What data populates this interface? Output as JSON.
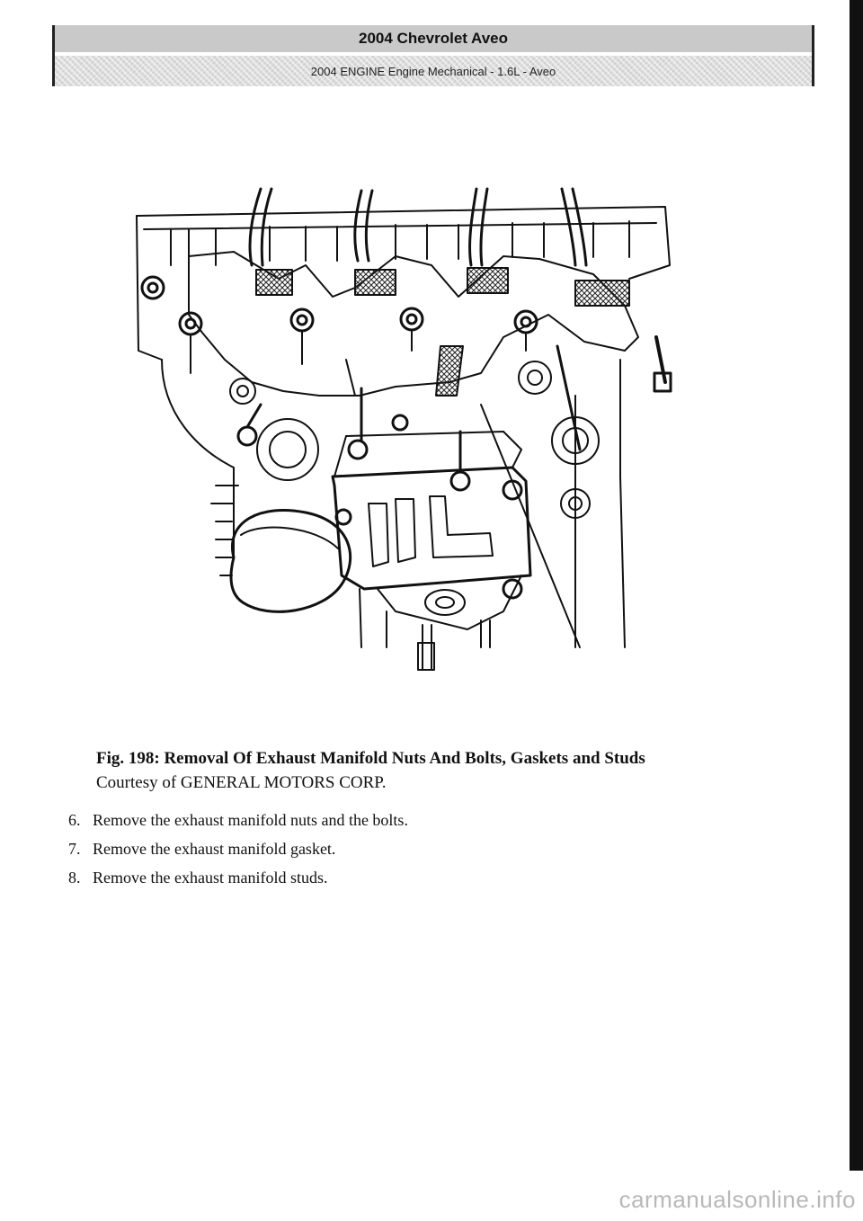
{
  "header": {
    "title": "2004 Chevrolet Aveo",
    "subtitle": "2004 ENGINE Engine Mechanical - 1.6L - Aveo"
  },
  "figure": {
    "caption_title": "Fig. 198: Removal Of Exhaust Manifold Nuts And Bolts, Gaskets and Studs",
    "caption_credit": "Courtesy of GENERAL MOTORS CORP."
  },
  "steps": [
    {
      "num": "6.",
      "text": "Remove the exhaust manifold nuts and the bolts."
    },
    {
      "num": "7.",
      "text": "Remove the exhaust manifold gasket."
    },
    {
      "num": "8.",
      "text": "Remove the exhaust manifold studs."
    }
  ],
  "watermark": "carmanualsonline.info",
  "colors": {
    "header_bar": "#c9c9c9",
    "ink": "#111111",
    "watermark": "#b8b8b8"
  }
}
